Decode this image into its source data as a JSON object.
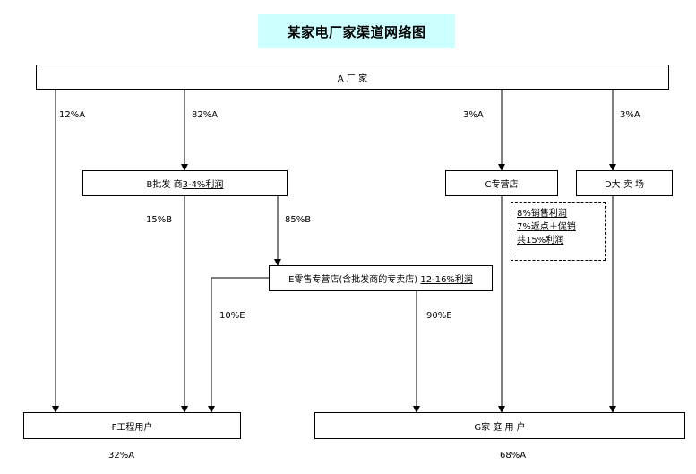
{
  "title": "某家电厂家渠道网络图",
  "nodes": {
    "a": "A 厂 家",
    "b_main": "B批发 商",
    "b_margin": "3-4%利润",
    "c": "C专营店",
    "d": "D大 卖 场",
    "e_main": "E零售专营店(含批发商的专卖店)",
    "e_margin": "12-16%利润",
    "f": "F工程用户",
    "g": "G家 庭 用 户"
  },
  "edge_labels": {
    "a_to_f": "12%A",
    "a_to_b": "82%A",
    "a_to_c": "3%A",
    "a_to_d": "3%A",
    "b_to_f": "15%B",
    "b_to_e": "85%B",
    "e_to_f": "10%E",
    "e_to_g": "90%E"
  },
  "note_lines": [
    "8%销售利润",
    "7%返点＋促销",
    "共15%利润"
  ],
  "totals": {
    "f": "32%A",
    "g": "68%A"
  }
}
